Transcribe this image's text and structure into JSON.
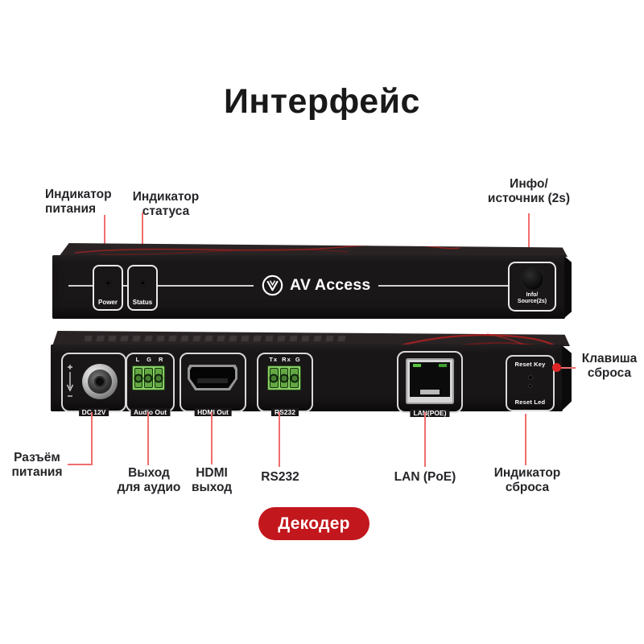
{
  "title": "Интерфейс",
  "badge": "Декодер",
  "colors": {
    "line_red": "#ef6e6e",
    "dot_red": "#de2626",
    "badge_red": "#c2171d",
    "device_black": "#1a1718",
    "terminal_green": "#8ace67"
  },
  "callouts": {
    "power": {
      "line1": "Индикатор",
      "line2": "питания"
    },
    "status": {
      "line1": "Индикатор",
      "line2": "статуса"
    },
    "info": {
      "line1": "Инфо/",
      "line2": "источник (2s)"
    },
    "reset_key": {
      "line1": "Клавиша",
      "line2": "сброса"
    },
    "dc": {
      "line1": "Разъём",
      "line2": "питания"
    },
    "audio": {
      "line1": "Выход",
      "line2": "для аудио"
    },
    "hdmi": {
      "line1": "HDMI",
      "line2": "выход"
    },
    "rs232": {
      "line1": "RS232"
    },
    "lan": {
      "line1": "LAN (PoE)"
    },
    "reset_led": {
      "line1": "Индикатор",
      "line2": "сброса"
    }
  },
  "front_panel": {
    "logo": "AV Access",
    "power_label": "Power",
    "status_label": "Status",
    "info_button_line1": "Info/",
    "info_button_line2": "Source(2s)"
  },
  "back_panel": {
    "dc_label": "DC 12V",
    "audio_pins": "L G R",
    "audio_label": "Audio Out",
    "hdmi_label": "HDMI Out",
    "rs232_pins": "Tx Rx G",
    "rs232_label": "RS232",
    "lan_label": "LAN(POE)",
    "reset_key_label": "Reset Key",
    "reset_led_label": "Reset Led"
  }
}
